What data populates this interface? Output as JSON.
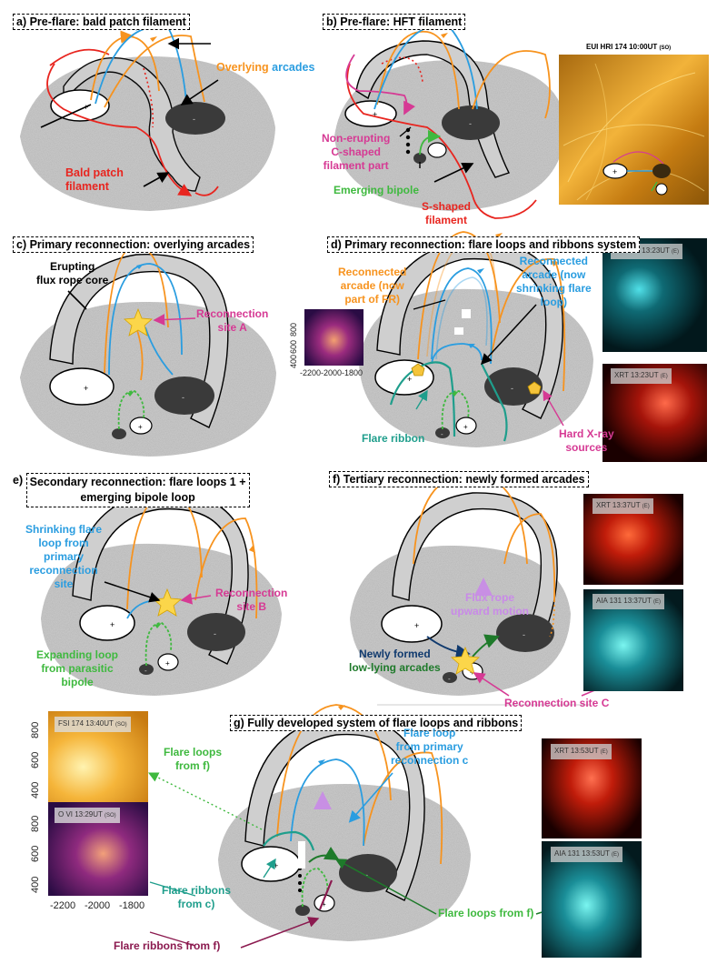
{
  "colors": {
    "red": "#e8251f",
    "orange": "#f7931e",
    "blue": "#2a9de0",
    "green": "#3fb93f",
    "pink": "#d63a94",
    "teal": "#1f9e8c",
    "navy": "#103a6e",
    "darkgreen": "#1e7a2a",
    "violet": "#c98ae8",
    "maroon": "#8b1a4f",
    "sun": "#9a9a9a"
  },
  "panels": {
    "a": {
      "title": "a) Pre-flare: bald patch filament",
      "labels": {
        "overlying_1": "Overlying",
        "overlying_2": "arcades",
        "bald_1": "Bald patch",
        "bald_2": "filament"
      }
    },
    "b": {
      "title": "b) Pre-flare: HFT filament",
      "thumb_tag": "EUI HRI 174 10:00UT",
      "thumb_tag_sub": "(SO)",
      "labels": {
        "nonerupt_1": "Non-erupting",
        "nonerupt_2": "C-shaped",
        "nonerupt_3": "filament part",
        "emerging": "Emerging bipole",
        "sshaped_1": "S-shaped",
        "sshaped_2": "filament"
      }
    },
    "c": {
      "title": "c) Primary reconnection: overlying arcades",
      "labels": {
        "erupt_1": "Erupting",
        "erupt_2": "flux rope core",
        "site_1": "Reconnection",
        "site_2": "site A"
      }
    },
    "d": {
      "title": "d) Primary reconnection: flare loops and ribbons system",
      "thumb1_tag": "AIA 131 13:23UT",
      "thumb1_sub": "(E)",
      "thumb2_tag": "XRT 13:23UT",
      "thumb2_sub": "(E)",
      "inset_xticks": [
        "-2200",
        "-2000",
        "-1800"
      ],
      "inset_yticks": [
        "800",
        "600",
        "400"
      ],
      "labels": {
        "recon_o1": "Reconnected",
        "recon_o2": "arcade (now",
        "recon_o3": "part of FR)",
        "recon_b1": "Reconnected",
        "recon_b2": "arcade (now",
        "recon_b3": "shrinking flare",
        "recon_b4": "loop)",
        "ribbon": "Flare ribbon",
        "hxr_1": "Hard X-ray",
        "hxr_2": "sources"
      }
    },
    "e": {
      "title_1": "e)",
      "title_2": "Secondary reconnection: flare loops 1 +",
      "title_3": "emerging bipole loop",
      "labels": {
        "shrink_1": "Shrinking flare",
        "shrink_2": "loop from",
        "shrink_3": "primary",
        "shrink_4": "reconnection",
        "shrink_5": "site",
        "site_1": "Reconnection",
        "site_2": "site B",
        "exp_1": "Expanding loop",
        "exp_2": "from parasitic",
        "exp_3": "bipole"
      }
    },
    "f": {
      "title": "f) Tertiary reconnection: newly formed arcades",
      "thumb1_tag": "XRT 13:37UT",
      "thumb1_sub": "(E)",
      "thumb2_tag": "AIA 131 13:37UT",
      "thumb2_sub": "(E)",
      "labels": {
        "fr_1": "Flux rope",
        "fr_2": "upward motion",
        "new_1": "Newly formed",
        "new_2": "low-lying arcades",
        "site_c": "Reconnection site C"
      }
    },
    "g": {
      "title": "g) Fully developed system of flare loops and ribbons",
      "thumb1_tag": "FSI 174 13:40UT",
      "thumb1_sub": "(SO)",
      "thumb2_tag": "O VI 13:29UT",
      "thumb2_sub": "(SO)",
      "thumb3_tag": "XRT 13:53UT",
      "thumb3_sub": "(E)",
      "thumb4_tag": "AIA 131 13:53UT",
      "thumb4_sub": "(E)",
      "xticks": [
        "-2200",
        "-2000",
        "-1800"
      ],
      "yticks1": [
        "800",
        "600",
        "400"
      ],
      "yticks2": [
        "800",
        "600",
        "400"
      ],
      "labels": {
        "loops_f1": "Flare loops",
        "loops_f2": "from f)",
        "loop_c1": "Flare loop",
        "loop_c2": "from primary",
        "loop_c3": "reconnection c",
        "rib_c1": "Flare ribbons",
        "rib_c2": "from c)",
        "rib_f": "Flare ribbons from f)",
        "loops_f_bottom": "Flare loops from f)"
      }
    }
  }
}
